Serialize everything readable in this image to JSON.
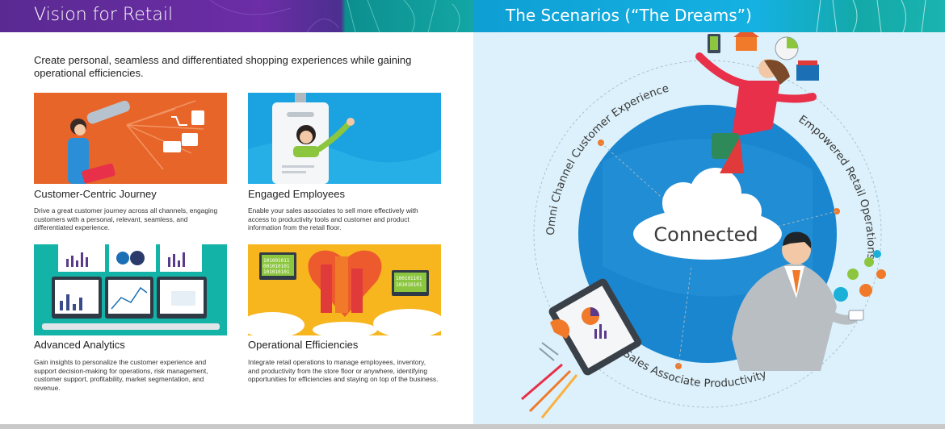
{
  "left": {
    "title": "Vision for Retail",
    "intro": "Create personal, seamless and differentiated shopping experiences while gaining operational efficiencies.",
    "cards": [
      {
        "title": "Customer-Centric Journey",
        "desc": "Drive a great customer journey across all channels, engaging customers with a personal, relevant, seamless, and differentiated experience.",
        "color": "#e8652a"
      },
      {
        "title": "Engaged Employees",
        "desc": "Enable your sales associates to sell more effectively with access to productivity tools and customer and product information from the retail floor.",
        "color": "#1aa3e0"
      },
      {
        "title": "Advanced Analytics",
        "desc": "Gain insights to personalize the customer experience and support decision-making for operations, risk management, customer support, profitability, market segmentation, and revenue.",
        "color": "#14b3a8"
      },
      {
        "title": "Operational Efficiencies",
        "desc": "Integrate retail operations to manage employees, inventory, and productivity from the store floor or anywhere, identifying opportunities for efficiencies and staying on top of the business.",
        "color": "#f7b51e"
      }
    ],
    "binary_text": [
      "101001011",
      "001010101",
      "101010101",
      "100101101",
      "101010101"
    ]
  },
  "right": {
    "title": "The Scenarios (“The Dreams”)",
    "center_label": "Connected",
    "arc_labels": {
      "top": "Omni Channel Customer Experience",
      "right": "Empowered Retail Operations",
      "bottom": "Sales Associate Productivity"
    }
  },
  "colors": {
    "purple": "#5a2a92",
    "teal": "#13a6a4",
    "sky": "#15b1e2",
    "right_bg": "#dcf1fb",
    "globe": "#1a86cf",
    "accent_orange": "#f07a2a"
  }
}
